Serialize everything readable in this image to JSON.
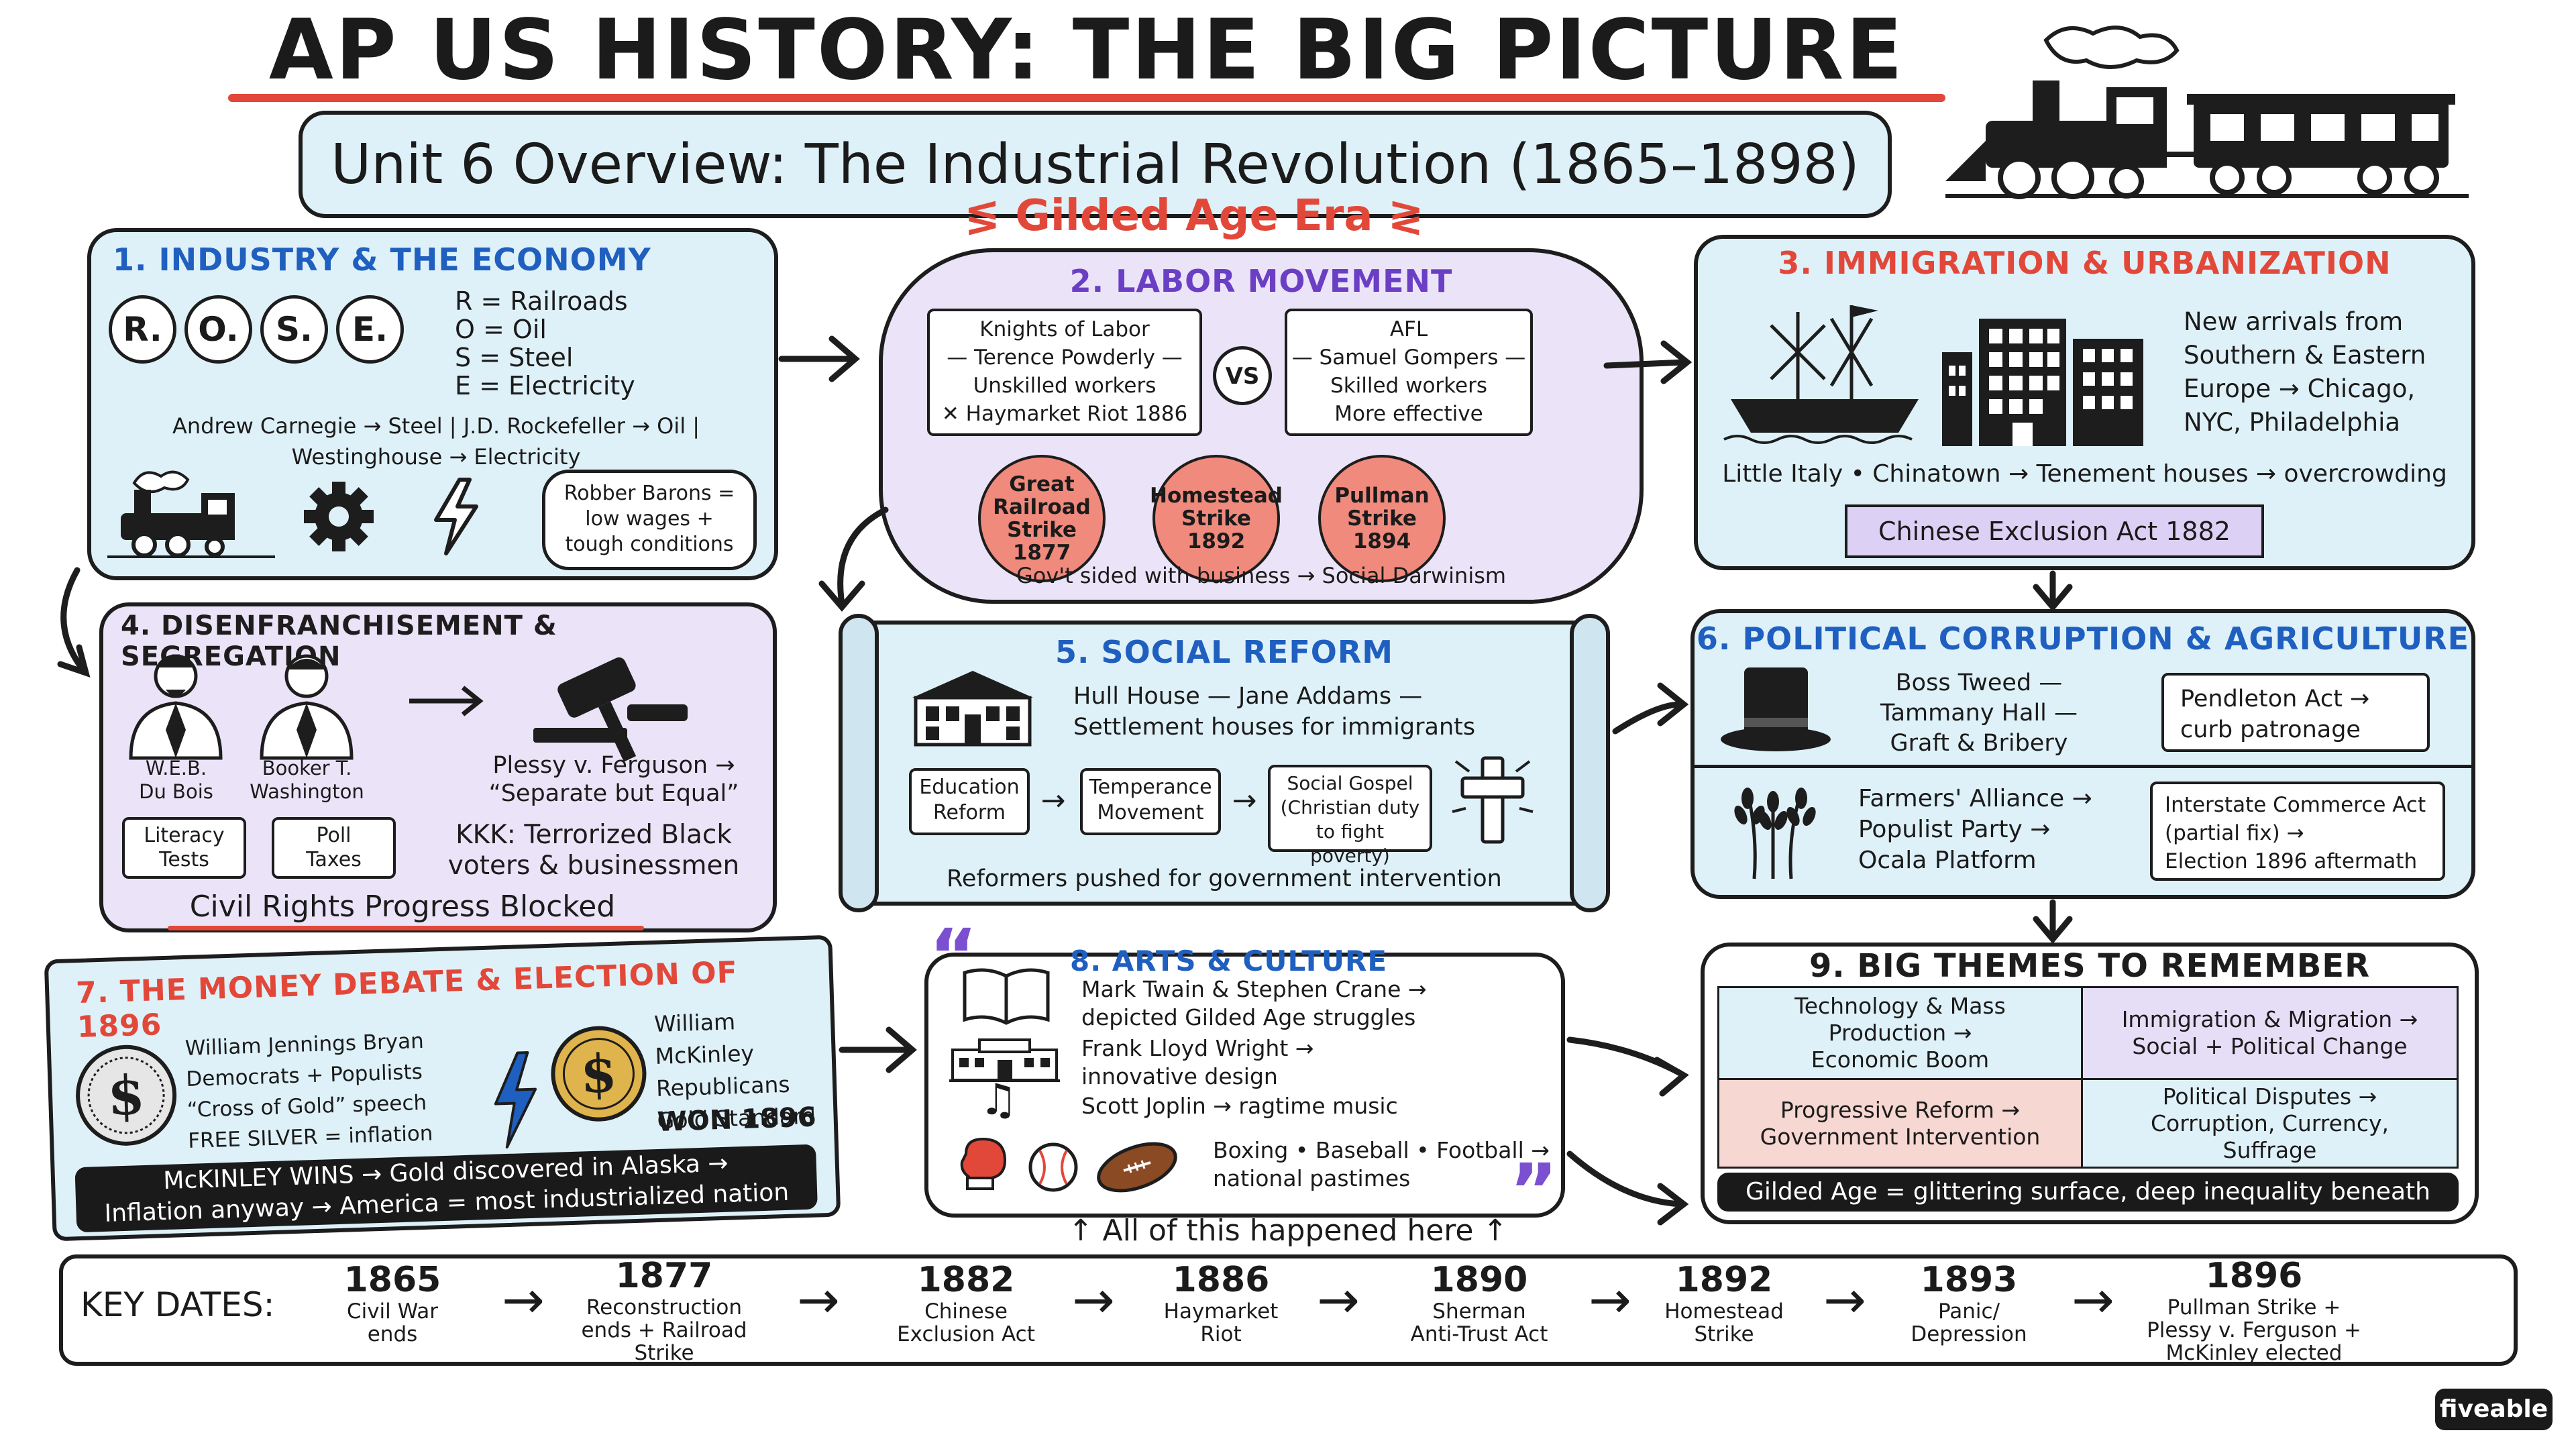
{
  "header": {
    "title": "AP US HISTORY: THE BIG PICTURE",
    "subtitle": "Unit 6 Overview: The Industrial Revolution (1865–1898)",
    "era": "Gilded Age Era"
  },
  "panel1": {
    "title": "1. INDUSTRY & THE ECONOMY",
    "rose": [
      "R.",
      "O.",
      "S.",
      "E."
    ],
    "rose_list": "R = Railroads\nO = Oil\nS = Steel\nE = Electricity",
    "people": "Andrew Carnegie → Steel  |  J.D. Rockefeller → Oil  |\nWestinghouse → Electricity",
    "bubble": "Robber Barons =\nlow wages +\ntough conditions"
  },
  "panel2": {
    "title": "2. LABOR MOVEMENT",
    "knights": "Knights of Labor\n— Terence Powderly —\nUnskilled workers\n✕ Haymarket Riot 1886",
    "vs": "VS",
    "afl": "AFL\n— Samuel Gompers —\nSkilled workers\nMore effective",
    "strikes": [
      "Great\nRailroad\nStrike\n1877",
      "Homestead\nStrike\n1892",
      "Pullman\nStrike\n1894"
    ],
    "footer": "Gov't sided with business → Social Darwinism"
  },
  "panel3": {
    "title": "3. IMMIGRATION & URBANIZATION",
    "arrivals": "New arrivals from\nSouthern & Eastern\nEurope → Chicago,\nNYC, Philadelphia",
    "neighborhoods": "Little Italy • Chinatown → Tenement houses → overcrowding",
    "act": "Chinese Exclusion Act 1882"
  },
  "panel4": {
    "title": "4. DISENFRANCHISEMENT & SEGREGATION",
    "person1": "W.E.B.\nDu Bois",
    "person2": "Booker T.\nWashington",
    "plessy": "Plessy v. Ferguson →\n“Separate but Equal”",
    "box1": "Literacy\nTests",
    "box2": "Poll\nTaxes",
    "kkk": "KKK: Terrorized Black\nvoters & businessmen",
    "footer": "Civil Rights Progress Blocked"
  },
  "panel5": {
    "title": "5. SOCIAL REFORM",
    "hull": "Hull House — Jane Addams —\nSettlement houses for immigrants",
    "box1": "Education\nReform",
    "box2": "Temperance\nMovement",
    "box3": "Social Gospel\n(Christian duty\nto fight poverty)",
    "footer": "Reformers pushed for government intervention"
  },
  "panel6": {
    "title": "6. POLITICAL CORRUPTION & AGRICULTURE",
    "tweed": "Boss Tweed —\nTammany Hall —\nGraft & Bribery",
    "pendleton": "Pendleton Act →\ncurb patronage",
    "farmers": "Farmers' Alliance →\nPopulist Party →\nOcala Platform",
    "interstate": "Interstate Commerce Act\n(partial fix) →\nElection 1896 aftermath"
  },
  "panel7": {
    "title": "7. THE MONEY DEBATE & ELECTION OF 1896",
    "bryan": "William Jennings Bryan\nDemocrats + Populists\n“Cross of Gold” speech\nFREE SILVER = inflation",
    "mckinley": "William McKinley\nRepublicans\nGold Standard",
    "won": "WON 1896",
    "footer": "McKINLEY WINS → Gold discovered in Alaska →\nInflation anyway → America = most industrialized nation"
  },
  "panel8": {
    "title": "8. ARTS & CULTURE",
    "twain": "Mark Twain & Stephen Crane →\ndepicted Gilded Age struggles",
    "wright": "Frank Lloyd Wright →\ninnovative design",
    "joplin": "Scott Joplin → ragtime music",
    "sports": "Boxing • Baseball • Football →\nnational pastimes"
  },
  "panel9": {
    "title": "9. BIG THEMES TO REMEMBER",
    "cells": [
      "Technology & Mass\nProduction →\nEconomic Boom",
      "Immigration & Migration →\nSocial + Political Change",
      "Progressive Reform →\nGovernment Intervention",
      "Political Disputes →\nCorruption, Currency,\nSuffrage"
    ],
    "footer": "Gilded Age = glittering surface, deep inequality beneath"
  },
  "pointer": "↑ All of this happened here ↑",
  "timeline": {
    "label": "KEY DATES:",
    "items": [
      {
        "year": "1865",
        "desc": "Civil War\nends"
      },
      {
        "year": "1877",
        "desc": "Reconstruction\nends + Railroad\nStrike"
      },
      {
        "year": "1882",
        "desc": "Chinese\nExclusion Act"
      },
      {
        "year": "1886",
        "desc": "Haymarket\nRiot"
      },
      {
        "year": "1890",
        "desc": "Sherman\nAnti-Trust Act"
      },
      {
        "year": "1892",
        "desc": "Homestead\nStrike"
      },
      {
        "year": "1893",
        "desc": "Panic/\nDepression"
      },
      {
        "year": "1896",
        "desc": "Pullman Strike +\nPlessy v. Ferguson +\nMcKinley elected"
      }
    ]
  },
  "brand": "fiveable",
  "colors": {
    "blue_panel": "#dff1f8",
    "lavender_panel": "#ebe4f8",
    "red_accent": "#e2483a",
    "blue_heading": "#1f5fbf",
    "purple_heading": "#6b3fc4",
    "strike_circle": "#f08a7d"
  }
}
